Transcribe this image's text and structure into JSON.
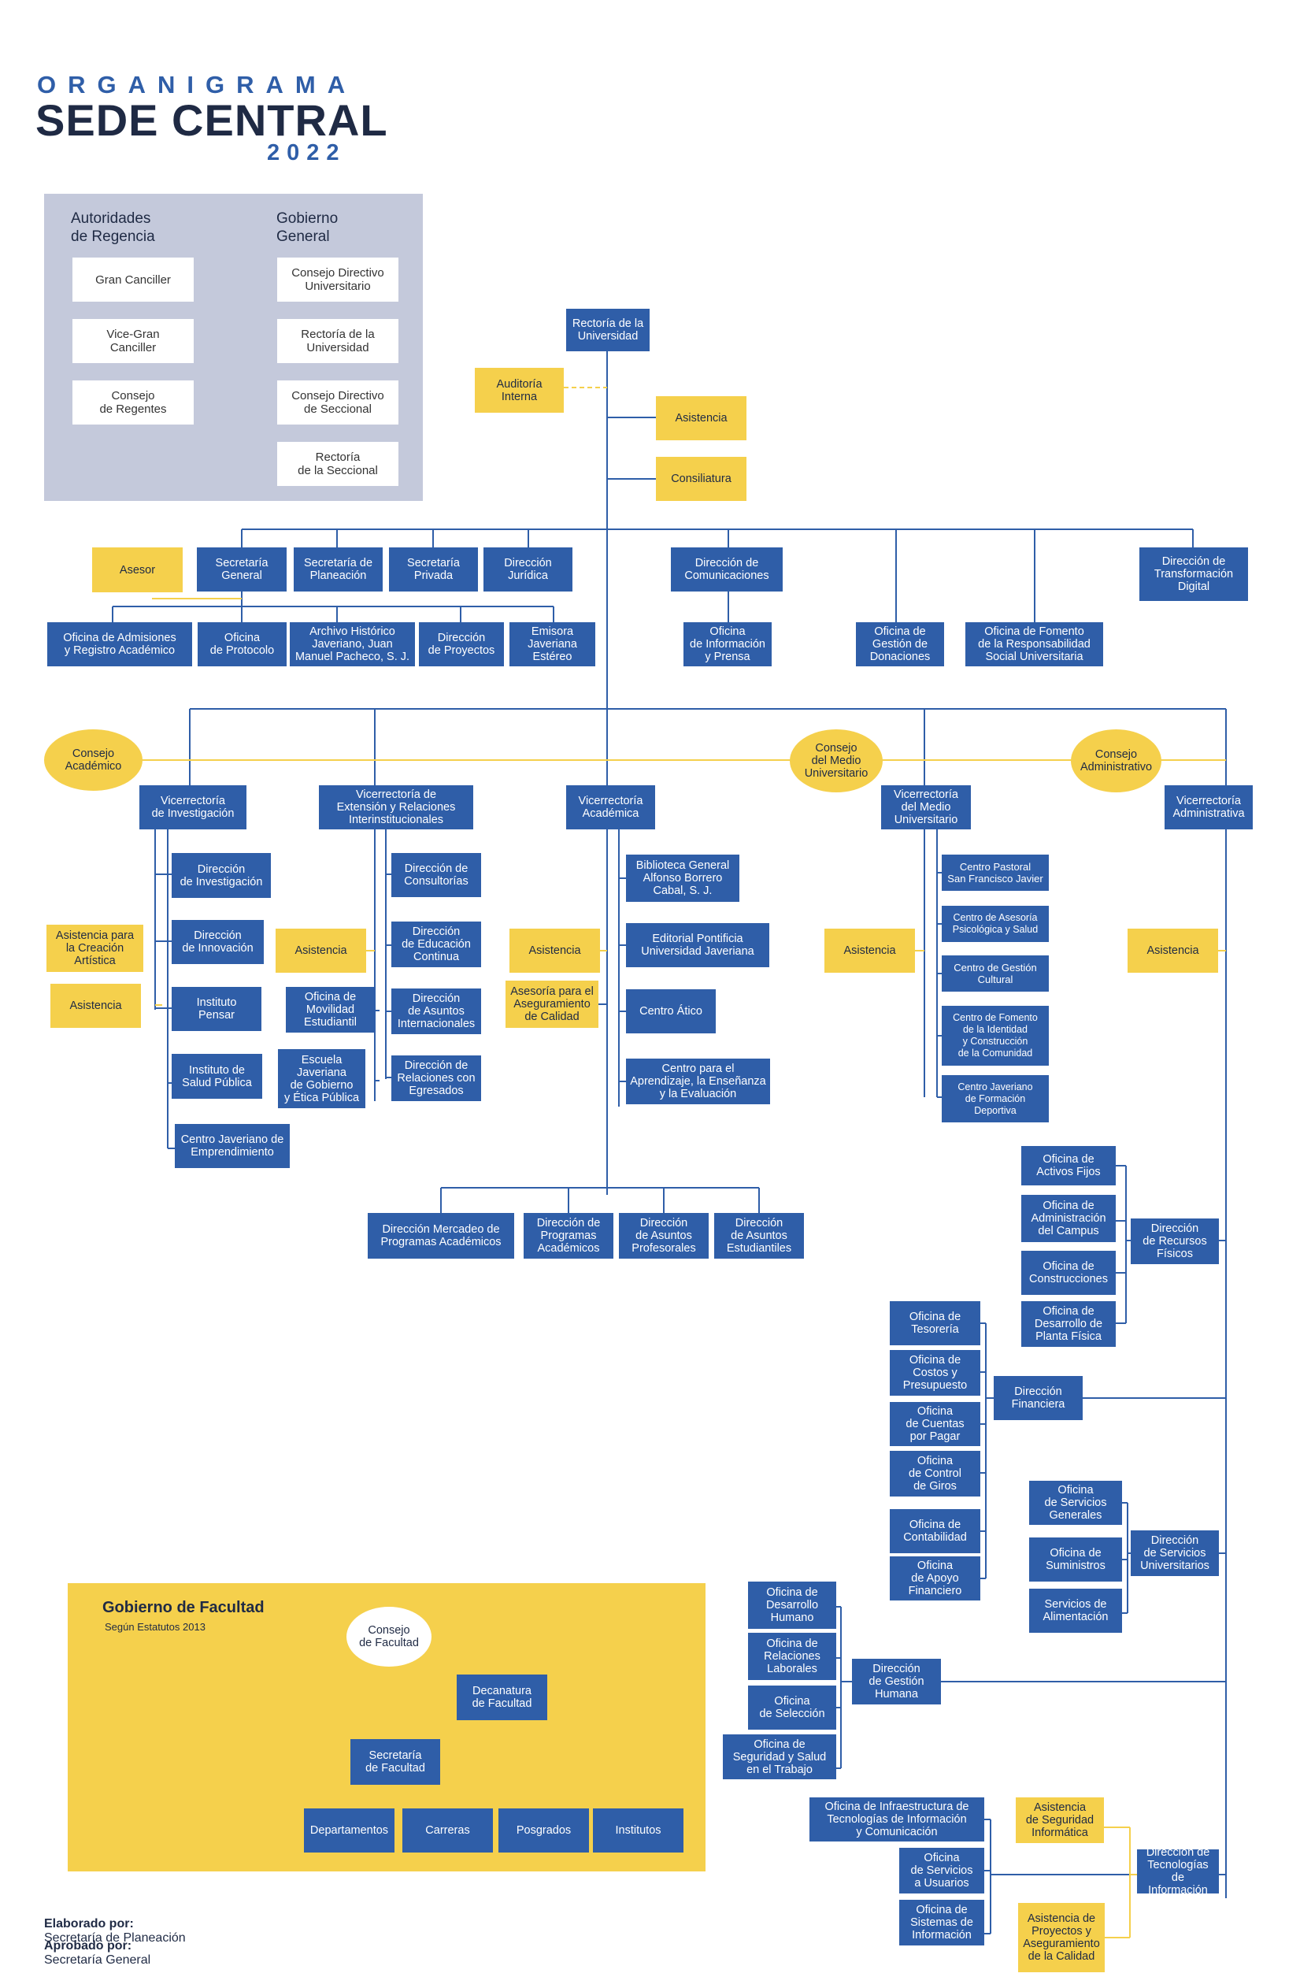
{
  "header": {
    "word1": "ORGANIGRAMA",
    "word2": "SEDE CENTRAL",
    "year": "2022"
  },
  "colors": {
    "blue": "#2f5ea8",
    "yellow": "#f5d04c",
    "panel": "#c4c9db",
    "line": "#2f5ea8",
    "dark": "#1f2a44"
  },
  "panel": {
    "col1_title": "Autoridades\nde Regencia",
    "col2_title": "Gobierno\nGeneral",
    "col1": [
      "Gran Canciller",
      "Vice-Gran\nCanciller",
      "Consejo\nde Regentes"
    ],
    "col2": [
      "Consejo Directivo\nUniversitario",
      "Rectoría de la\nUniversidad",
      "Consejo Directivo\nde Seccional",
      "Rectoría\nde la Seccional"
    ]
  },
  "top": {
    "rectoria": "Rectoría de la\nUniversidad",
    "auditoria": "Auditoría\nInterna",
    "asistencia": "Asistencia",
    "consiliatura": "Consiliatura"
  },
  "row1": {
    "asesor": "Asesor",
    "sec_general": "Secretaría\nGeneral",
    "sec_planeacion": "Secretaría de\nPlaneación",
    "sec_privada": "Secretaría\nPrivada",
    "dir_juridica": "Dirección\nJurídica",
    "dir_comunicaciones": "Dirección de\nComunicaciones",
    "dir_transformacion": "Dirección de\nTransformación\nDigital"
  },
  "row2": {
    "admisiones": "Oficina de Admisiones\ny Registro Académico",
    "protocolo": "Oficina\nde Protocolo",
    "archivo": "Archivo Histórico\nJaveriano, Juan\nManuel Pacheco, S. J.",
    "proyectos": "Dirección\nde Proyectos",
    "emisora": "Emisora\nJaveriana\nEstéreo",
    "info_prensa": "Oficina\nde Información\ny Prensa",
    "donaciones": "Oficina de\nGestión de\nDonaciones",
    "fomento_rs": "Oficina de Fomento\nde la Responsabilidad\nSocial Universitaria"
  },
  "consejos": {
    "academico": "Consejo\nAcadémico",
    "medio": "Consejo\ndel Medio\nUniversitario",
    "administrativo": "Consejo\nAdministrativo"
  },
  "vice": {
    "investigacion": "Vicerrectoría\nde Investigación",
    "extension": "Vicerrectoría de\nExtensión y Relaciones\nInterinstitucionales",
    "academica": "Vicerrectoría\nAcadémica",
    "medio": "Vicerrectoría\ndel Medio\nUniversitario",
    "administrativa": "Vicerrectoría\nAdministrativa"
  },
  "invest": {
    "items": [
      "Dirección\nde Investigación",
      "Dirección\nde Innovación",
      "Instituto\nPensar",
      "Instituto de\nSalud Pública",
      "Centro Javeriano de\nEmprendimiento"
    ],
    "asist_creacion": "Asistencia para\nla Creación\nArtística",
    "asistencia": "Asistencia"
  },
  "extension": {
    "asistencia": "Asistencia",
    "left": [
      "Oficina de\nMovilidad\nEstudiantil",
      "Escuela\nJaveriana\nde Gobierno\ny Ética Pública"
    ],
    "right": [
      "Dirección de\nConsultorías",
      "Dirección\nde Educación\nContinua",
      "Dirección\nde Asuntos\nInternacionales",
      "Dirección de\nRelaciones con\nEgresados"
    ]
  },
  "academica": {
    "asistencia": "Asistencia",
    "aseguramiento": "Asesoría para el\nAseguramiento\nde Calidad",
    "items": [
      "Biblioteca General\nAlfonso Borrero\nCabal, S. J.",
      "Editorial Pontificia\nUniversidad Javeriana",
      "Centro Ático",
      "Centro para el\nAprendizaje, la Enseñanza\ny la Evaluación"
    ],
    "bottom": [
      "Dirección Mercadeo de\nProgramas Académicos",
      "Dirección de\nProgramas\nAcadémicos",
      "Dirección\nde Asuntos\nProfesorales",
      "Dirección\nde Asuntos\nEstudiantiles"
    ]
  },
  "medio": {
    "asistencia": "Asistencia",
    "items": [
      "Centro Pastoral\nSan Francisco Javier",
      "Centro de Asesoría\nPsicológica y Salud",
      "Centro de Gestión\nCultural",
      "Centro de Fomento\nde la Identidad\ny Construcción\nde la Comunidad",
      "Centro Javeriano\nde Formación\nDeportiva"
    ]
  },
  "admin": {
    "asistencia": "Asistencia",
    "recursos_fisicos": {
      "head": "Dirección\nde Recursos\nFísicos",
      "items": [
        "Oficina de\nActivos Fijos",
        "Oficina de\nAdministración\ndel Campus",
        "Oficina de\nConstrucciones",
        "Oficina de\nDesarrollo de\nPlanta Física"
      ]
    },
    "financiera": {
      "head": "Dirección\nFinanciera",
      "items": [
        "Oficina de\nTesorería",
        "Oficina de\nCostos y\nPresupuesto",
        "Oficina\nde Cuentas\npor Pagar",
        "Oficina\nde Control\nde Giros",
        "Oficina de\nContabilidad",
        "Oficina\nde Apoyo\nFinanciero"
      ]
    },
    "servicios": {
      "head": "Dirección\nde Servicios\nUniversitarios",
      "items": [
        "Oficina\nde Servicios\nGenerales",
        "Oficina de\nSuministros",
        "Servicios de\nAlimentación"
      ]
    },
    "humana": {
      "head": "Dirección\nde Gestión\nHumana",
      "items": [
        "Oficina de\nDesarrollo\nHumano",
        "Oficina de\nRelaciones\nLaborales",
        "Oficina\nde Selección",
        "Oficina de\nSeguridad y Salud\nen el Trabajo"
      ]
    },
    "tic": {
      "head": "Dirección de\nTecnologías de\nInformación",
      "items": [
        "Oficina de Infraestructura de\nTecnologías de Información\ny Comunicación",
        "Oficina\nde Servicios\na Usuarios",
        "Oficina de\nSistemas de\nInformación"
      ],
      "seguridad": "Asistencia\nde Seguridad\nInformática",
      "proyectos": "Asistencia de\nProyectos y\nAseguramiento\nde la Calidad"
    }
  },
  "facultad": {
    "title": "Gobierno de Facultad",
    "subtitle": "Según Estatutos 2013",
    "consejo": "Consejo\nde Facultad",
    "decanatura": "Decanatura\nde Facultad",
    "secretaria": "Secretaría\nde Facultad",
    "units": [
      "Departamentos",
      "Carreras",
      "Posgrados",
      "Institutos"
    ]
  },
  "footer": {
    "elab_label": "Elaborado por:",
    "elab_value": "Secretaría de Planeación",
    "aprob_label": "Aprobado por:",
    "aprob_value": "Secretaría General"
  }
}
